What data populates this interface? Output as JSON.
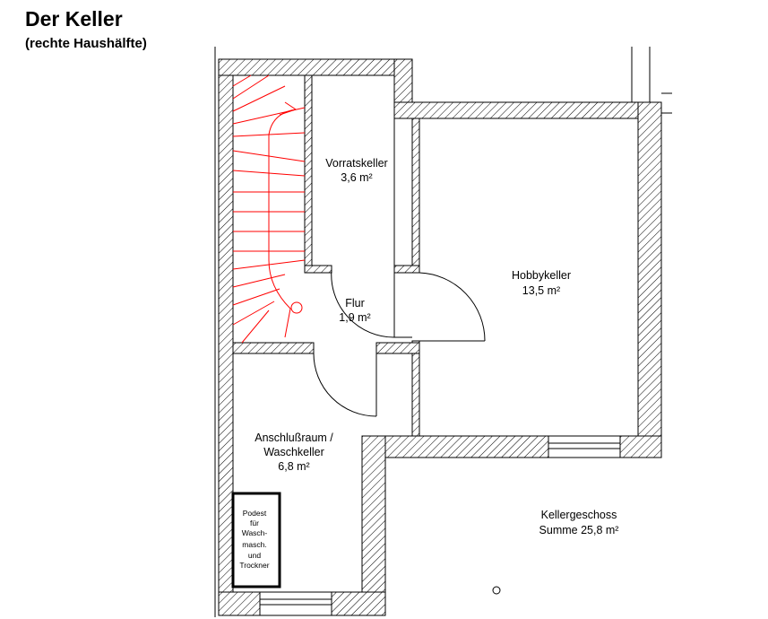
{
  "header": {
    "title": "Der Keller",
    "subtitle": "(rechte Haushälfte)"
  },
  "rooms": [
    {
      "name": "Vorratskeller",
      "area": "3,6 m²"
    },
    {
      "name": "Flur",
      "area": "1,9 m²"
    },
    {
      "name": "Hobbykeller",
      "area": "13,5 m²"
    },
    {
      "name": "Anschlußraum /",
      "name2": "Waschkeller",
      "area": "6,8 m²"
    }
  ],
  "podest": {
    "lines": [
      "Podest",
      "für",
      "Wasch-",
      "masch.",
      "und",
      "Trockner"
    ]
  },
  "summary": {
    "label": "Kellergeschoss",
    "total": "Summe 25,8 m²"
  },
  "colors": {
    "wall": "#000000",
    "hatch": "#000000",
    "stairs": "#ff0000",
    "background": "#ffffff"
  }
}
